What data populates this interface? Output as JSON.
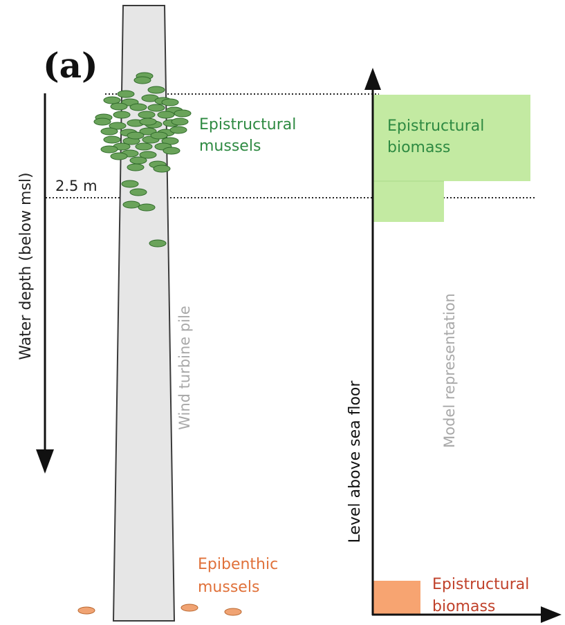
{
  "panel_label": "(a)",
  "labels": {
    "depth_axis": "Water depth (below msl)",
    "depth_marker": "2.5 m",
    "epistructural_mussels": [
      "Epistructural",
      "mussels"
    ],
    "epibenthic_mussels": [
      "Epibenthic",
      "mussels"
    ],
    "pile": "Wind turbine pile",
    "level_axis": "Level above sea floor",
    "model": "Model representation",
    "top_biomass": [
      "Epistructural",
      "biomass"
    ],
    "bottom_biomass": [
      "Epistructural",
      "biomass"
    ]
  },
  "colors": {
    "pile_fill": "#e6e6e6",
    "pile_stroke": "#3a3a3a",
    "mussel_green": "#6aa35a",
    "mussel_green_stroke": "#2f6a2a",
    "mussel_orange": "#f0a373",
    "mussel_orange_stroke": "#b8662e",
    "biomass_green": "#c3eaa2",
    "biomass_orange": "#f7a471",
    "text_green": "#2e8a42",
    "text_orange": "#e0713a",
    "text_red": "#c0412a",
    "text_gray": "#a8a8a8",
    "text_dark": "#222222"
  }
}
